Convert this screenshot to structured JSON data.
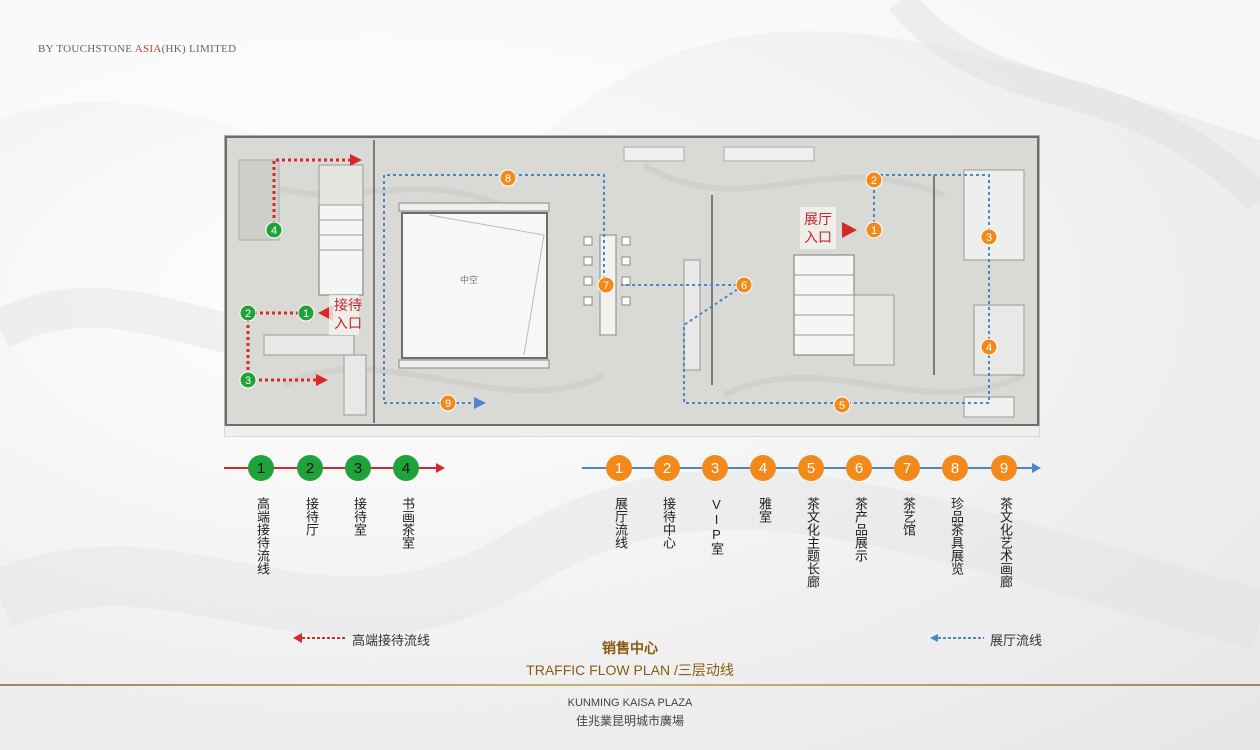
{
  "brand": {
    "prefix": "BY TOUCHSTONE ",
    "accent": "ASIA",
    "suffix": "(HK)  LIMITED"
  },
  "plan": {
    "center_void": "中空",
    "entrance_reception": "接待\n入口",
    "entrance_showroom": "展厅\n入口"
  },
  "legend_left": {
    "color": "#d8282a",
    "items": [
      {
        "num": "1",
        "label": "高端接待流线"
      },
      {
        "num": "2",
        "label": "接待厅"
      },
      {
        "num": "3",
        "label": "接待室"
      },
      {
        "num": "4",
        "label": "书画茶室"
      }
    ]
  },
  "legend_right": {
    "color": "#4a86c8",
    "items": [
      {
        "num": "1",
        "label": "展厅流线"
      },
      {
        "num": "2",
        "label": "接待中心"
      },
      {
        "num": "3",
        "label": "VIP室"
      },
      {
        "num": "4",
        "label": "雅室"
      },
      {
        "num": "5",
        "label": "茶文化主题长廊"
      },
      {
        "num": "6",
        "label": "茶产品展示"
      },
      {
        "num": "7",
        "label": "茶艺馆"
      },
      {
        "num": "8",
        "label": "珍品茶具展览"
      },
      {
        "num": "9",
        "label": "茶文化艺术画廊"
      }
    ]
  },
  "key": {
    "red_line": "高端接待流线",
    "blue_line": "展厅流线"
  },
  "caption": {
    "line1": "销售中心",
    "line2": "TRAFFIC FLOW PLAN /三层动线"
  },
  "footer": {
    "en": "KUNMING KAISA PLAZA",
    "cn": "佳兆業昆明城市廣場"
  },
  "colors": {
    "green_marker": "#1fa23a",
    "orange_marker": "#f28a1a",
    "red_path": "#d8282a",
    "blue_path": "#4a86c8",
    "gold": "#8a5a10"
  }
}
